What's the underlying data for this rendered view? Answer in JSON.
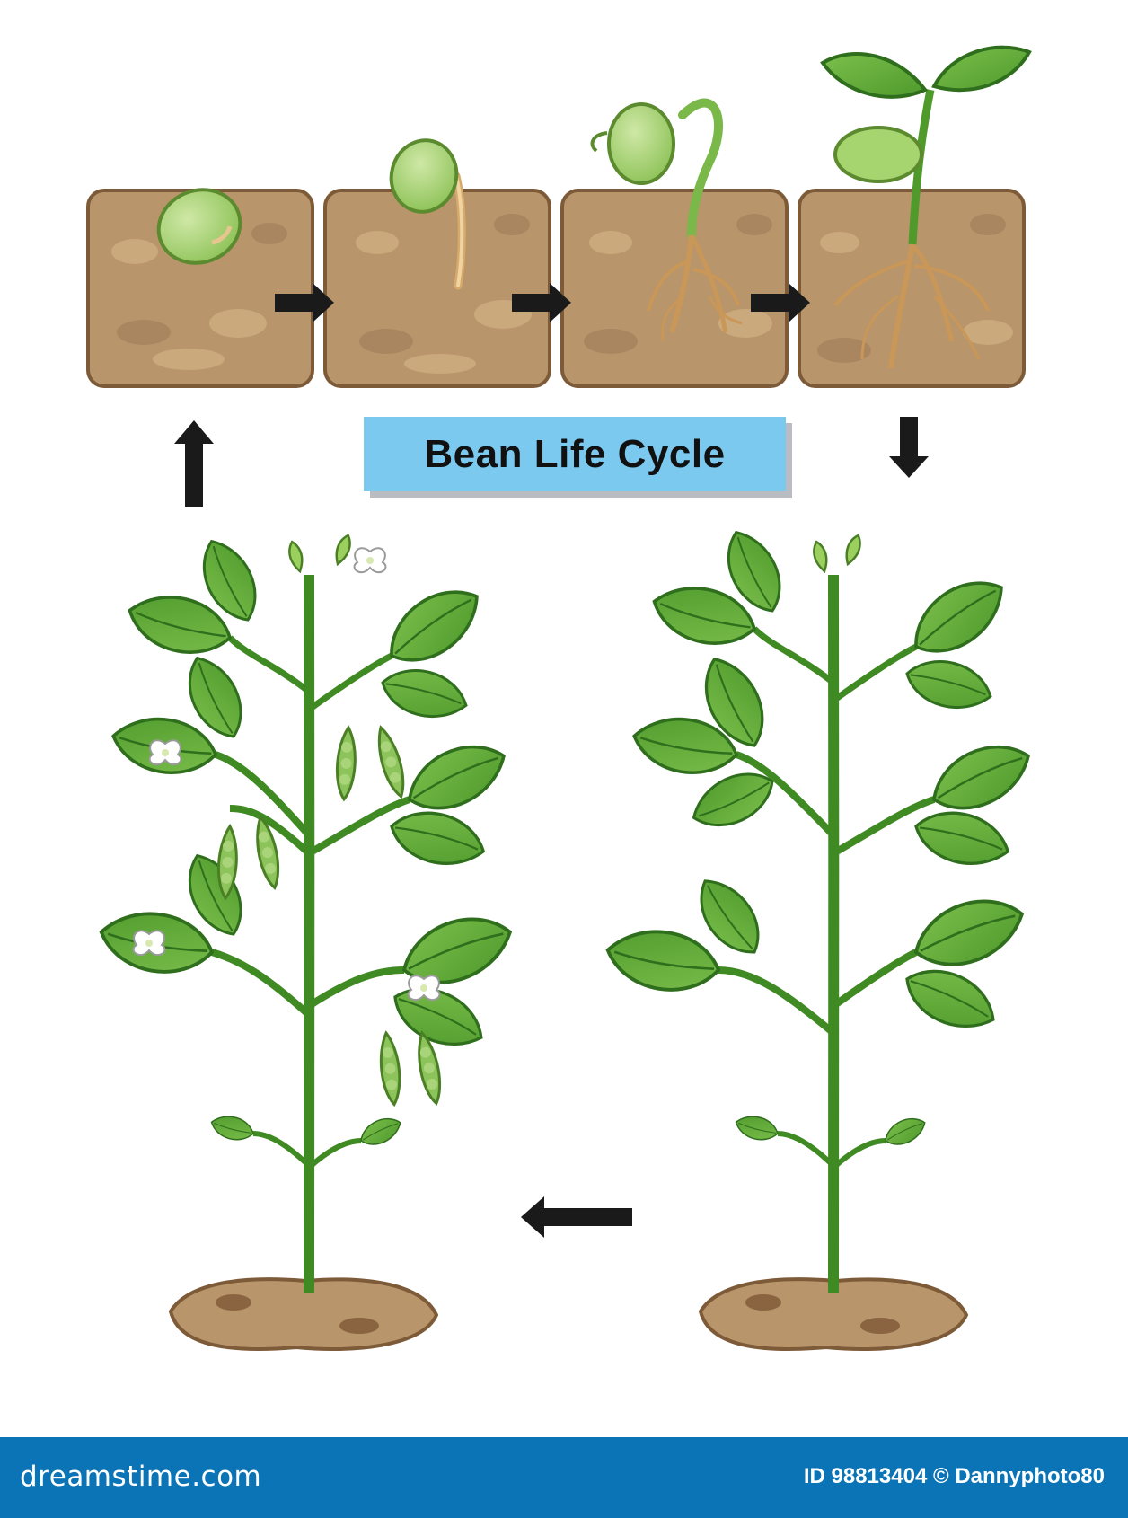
{
  "diagram": {
    "title": "Bean Life Cycle",
    "stages": [
      {
        "name": "seed"
      },
      {
        "name": "root-emerging"
      },
      {
        "name": "seedling-roots"
      },
      {
        "name": "seedling-leaves"
      },
      {
        "name": "young-plant"
      },
      {
        "name": "flowering-plant-with-pods"
      }
    ],
    "cycle_order": [
      "seed",
      "root-emerging",
      "seedling-roots",
      "seedling-leaves",
      "young-plant",
      "flowering-plant-with-pods",
      "seed"
    ]
  },
  "colors": {
    "soil": "#b8956a",
    "soil_dark": "#8a6440",
    "leaf": "#5fa83a",
    "leaf_dark": "#2f7a1f",
    "seed": "#a9d27a",
    "title_bg": "#7cc9ef",
    "footer_bg": "#0a74b6",
    "arrow": "#1a1a1a"
  },
  "footer": {
    "brand": "dreamstime.com",
    "credit": "ID 98813404 © Dannyphoto80"
  }
}
